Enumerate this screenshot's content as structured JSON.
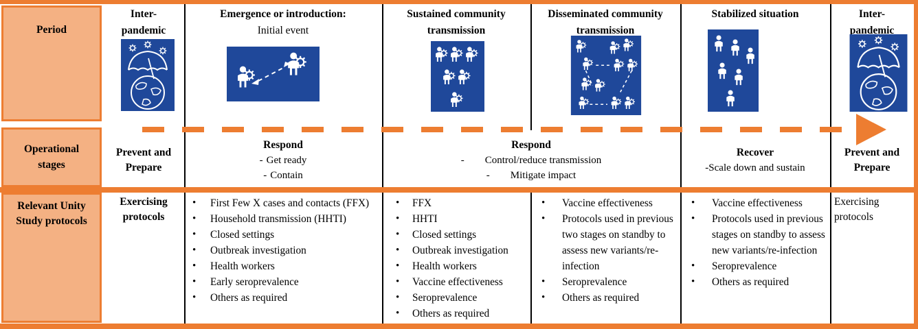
{
  "colors": {
    "accent_orange": "#ED7D31",
    "fill_orange": "#F4B183",
    "icon_blue": "#1F489A",
    "line_black": "#000000"
  },
  "row_labels": {
    "period": "Period",
    "operational_stages": "Operational stages",
    "protocols": "Relevant Unity Study protocols"
  },
  "period_row": {
    "columns": [
      {
        "line1": "Inter-",
        "line2": "pandemic",
        "icon": "umbrella-globe-icon"
      },
      {
        "line1": "Emergence or introduction:",
        "line2": "Initial event",
        "icon": "person-to-person-transmission-icon"
      },
      {
        "line1": "Sustained community",
        "line2": "transmission",
        "icon": "infected-group-icon"
      },
      {
        "line1": "Disseminated community",
        "line2": "transmission",
        "icon": "infected-clusters-network-icon"
      },
      {
        "line1": "Stabilized situation",
        "line2": "",
        "icon": "stabilized-group-icon"
      },
      {
        "line1": "Inter-",
        "line2": "pandemic",
        "icon": "umbrella-globe-icon"
      }
    ]
  },
  "stages_row": {
    "cells": [
      {
        "title": "Prevent and Prepare",
        "lines": []
      },
      {
        "title": "Respond",
        "lines": [
          {
            "dash": "-",
            "text": "Get ready"
          },
          {
            "dash": "-",
            "text": "Contain"
          }
        ]
      },
      {
        "title": "Respond",
        "lines": [
          {
            "dash": "-",
            "text": "Control/reduce transmission"
          },
          {
            "dash": "-",
            "text": "Mitigate impact"
          }
        ]
      },
      {
        "title": "Recover",
        "lines": [
          {
            "dash": "",
            "text": "-Scale down and sustain"
          }
        ]
      },
      {
        "title": "Prevent and Prepare",
        "lines": []
      }
    ]
  },
  "protocols_row": {
    "exercising_left": "Exercising protocols",
    "exercising_right": "Exercising protocols",
    "lists": {
      "emergence": [
        "First Few X cases and contacts (FFX)",
        "Household transmission (HHTI)",
        "Closed settings",
        "Outbreak investigation",
        "Health workers",
        "Early seroprevalence",
        "Others as required"
      ],
      "sustained": [
        "FFX",
        "HHTI",
        "Closed settings",
        "Outbreak investigation",
        "Health workers",
        "Vaccine effectiveness",
        "Seroprevalence",
        "Others as required"
      ],
      "disseminated": [
        "Vaccine effectiveness",
        "Protocols used in previous two stages on standby to assess new variants/re-infection",
        "Seroprevalence",
        "Others as required"
      ],
      "stabilized": [
        "Vaccine effectiveness",
        "Protocols used in previous stages on standby to assess new variants/re-infection",
        "Seroprevalence",
        "Others as required"
      ]
    }
  }
}
